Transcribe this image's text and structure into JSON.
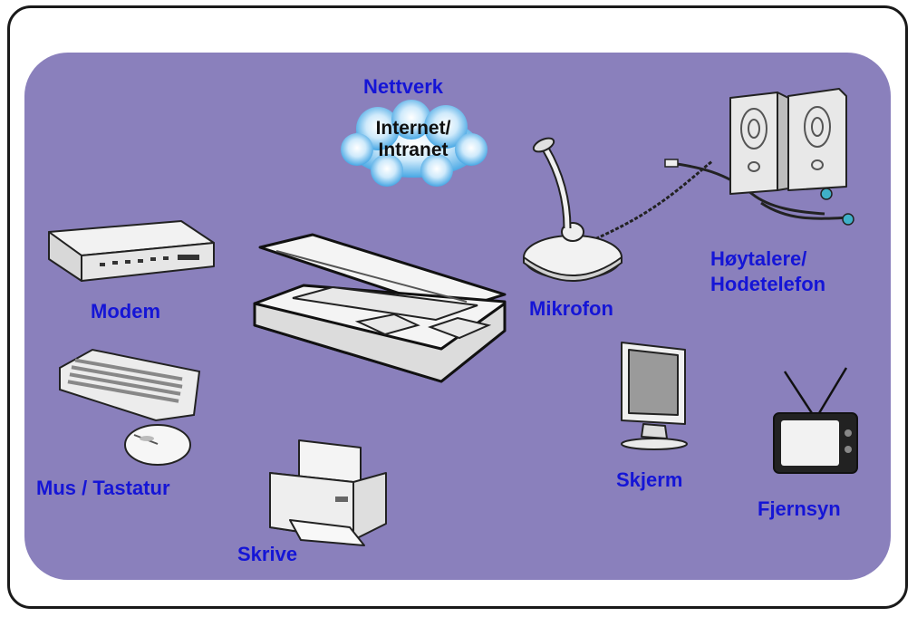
{
  "labels": {
    "network": "Nettverk",
    "internet_line1": "Internet/",
    "internet_line2": "Intranet",
    "speakers_line1": "Høytalere/",
    "speakers_line2": "Hodetelefon",
    "modem": "Modem",
    "microphone": "Mikrofon",
    "mouse_keyboard": "Mus / Tastatur",
    "printer": "Skrive",
    "monitor": "Skjerm",
    "television": "Fjernsyn"
  },
  "colors": {
    "panel": "#8a80bc",
    "label": "#1515d6",
    "cloud": "#3fa8e6",
    "frame": "#1a1a1a"
  },
  "icons": [
    "cloud-icon",
    "laptop-icon",
    "modem-icon",
    "keyboard-icon",
    "mouse-icon",
    "printer-icon",
    "microphone-icon",
    "speakers-icon",
    "monitor-icon",
    "television-icon"
  ]
}
